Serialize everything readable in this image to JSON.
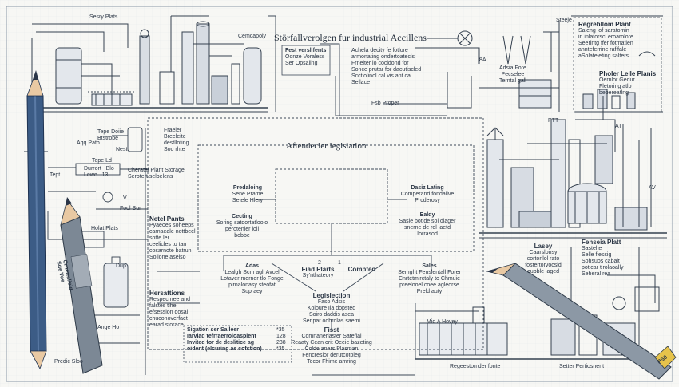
{
  "diagram": {
    "title": "Störfallverolgen fur industrial Accillens",
    "title_tag": "Cemcapoly",
    "top_left_label": "Sesry Plats",
    "top_right_label": "Steeje",
    "center_heading": "Aftendecler legislation",
    "info_box": {
      "title": "Fest verslifents",
      "lines": [
        "Oonze Voraless",
        "Ser Opsaling"
      ],
      "para": [
        "Achela decity fe fotlore",
        "armonating ondertoatecls",
        "Frnelter lo cocidond for",
        "Sonce prutar for dacutiscled",
        "Scctiolinol cal vis ant cal",
        "Sellace"
      ]
    },
    "mid_top_label": "Fsb Proper",
    "right_top_label": "Adsia Fore\nPecselee\nTerntal gall",
    "right_top_a": "8A",
    "regulation": {
      "title": "Regrebllom Plant",
      "lines": [
        "Saleng lof saratomin",
        "in inlatorscl eroarolore",
        "Seerintg ffer fotmatlen",
        "annteferrine rafifale",
        "aSolateleting salters"
      ]
    },
    "power_plants": {
      "title": "Pholer Lelle Planis",
      "lines": [
        "Oernlor Gedur",
        "Fletoring atlo",
        "bebereatlng"
      ]
    },
    "left": {
      "tepe_dose": "Tepe Doiie\nBtstrobe",
      "aqq_pats": "Aqq Patb",
      "fraeler": "Fraeler\nBreeleite\ndestlloting\nSoo rhte",
      "nest": "Nest",
      "tept": "Tept",
      "tepe_ld": "Tepe Ld",
      "durrort": "Durrort   Blo\nLewe   13",
      "chemical": "Cheratal Plant Storage\nSerotert selbelens",
      "v": "V",
      "fool_sur": "Fool Sur",
      "holat_plats": "Holat Plats"
    },
    "metal_plants": {
      "title": "Netel Pants",
      "lines": [
        "Pyaeoes soheeps",
        "carnaeale nottbeel",
        "sotte ler",
        "ceelicles to tan",
        "cosarnote batrun",
        "Sollone aselso"
      ]
    },
    "hersattions": {
      "title": "Hersattions",
      "lines": [
        "Respecmee and",
        "falstes tlhe",
        "efsession dosal",
        "chuconoverfaet",
        "earad storace"
      ]
    },
    "left_bottom": {
      "dup": "Dup",
      "ange": "Ange Ho",
      "predic": "Predic Sloo",
      "pencil1": "Crnermlieid\nSde Voe"
    },
    "flow": {
      "predaloing": {
        "title": "Predaloing",
        "lines": [
          "Sene Prame",
          "Setele Hlery"
        ]
      },
      "gecting": {
        "title": "Cecting",
        "lines": [
          "Soring satdortatloolo",
          "perotenier loli",
          "bobbe"
        ]
      },
      "dasiz": {
        "title": "Dasiz Lating",
        "lines": [
          "Comperand fondalive",
          "Prcderosy"
        ]
      },
      "edly": {
        "title": "Ealdy",
        "lines": [
          "Sasle botide sol dlager",
          "snerne de rol laetd",
          "Iorrasod"
        ]
      },
      "adas": {
        "title": "Adas",
        "lines": [
          "Lealgh Scm agli Avcel",
          "Lotaver merner tlo Fonge",
          "pirnalonasy steofat",
          "Supraey"
        ]
      },
      "fiad": {
        "title": "Fiad Plarts",
        "lines": [
          "Sy'nthateory"
        ]
      },
      "compted": {
        "title": "Compted",
        "lines": []
      },
      "sales": {
        "title": "Sales",
        "lines": [
          "Semght Fenslentall Forer",
          "Cnrtetmirctaly to Chmuie",
          "preelooel coee agleorse",
          "Preld auty"
        ]
      },
      "legislection": {
        "title": "Legislection",
        "lines": [
          "Faso Adsis",
          "Koloure Iia dopsted",
          "Soiro daddis asea",
          "Senpar oobrolas saemi"
        ]
      },
      "fisst": {
        "title": "Fisst",
        "lines": [
          "Comnanerlaster Sateflal",
          "Reaaty Cean orit Oeeie bazeting",
          "Colde aners Plasman",
          "Fencresior derutcotoleg",
          "Tecor Fhime amring"
        ]
      },
      "num2": "2",
      "num1": "1"
    },
    "signals": {
      "lines": [
        "Sigation ser Salleer",
        "Iarviad tefrraerroioaspient",
        "Invited for de deslitice ag",
        "oident (elcuring ae cofstion)"
      ],
      "nums": [
        "*35",
        "128",
        "238",
        "*35"
      ]
    },
    "right": {
      "ptt": "PTT",
      "at": "AT",
      "av": "AV",
      "lasey": {
        "title": "Lasey",
        "lines": [
          "Caarslonsy",
          "cortonlol rato",
          "fostertorvocsld",
          "oubble laged"
        ]
      },
      "fenseia": {
        "title": "Fenseia Platt",
        "lines": [
          "Sastelte",
          "Selle flessig",
          "Sohsuos cabalt",
          "potlcar tirolaoally",
          "Seheral rea"
        ]
      },
      "mid_a_hovey": "Mid A Hovey",
      "regeeston": "Regeeston der fonte",
      "setter": "Setter Pertiosnent",
      "pencil_tag": "PS0"
    }
  }
}
